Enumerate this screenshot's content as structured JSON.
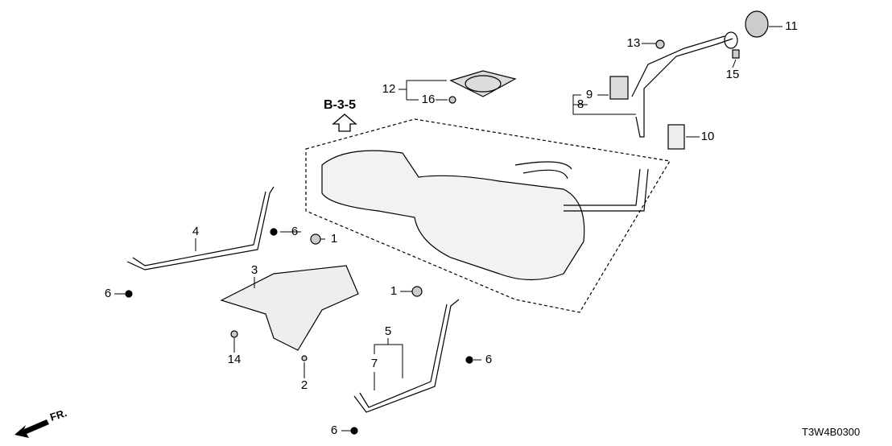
{
  "diagram": {
    "reference": "B-3-5",
    "direction": "FR.",
    "diagram_code": "T3W4B0300",
    "callouts": [
      "1",
      "1",
      "2",
      "3",
      "4",
      "5",
      "6",
      "6",
      "6",
      "6",
      "7",
      "8",
      "9",
      "10",
      "11",
      "12",
      "13",
      "14",
      "15",
      "16"
    ]
  }
}
